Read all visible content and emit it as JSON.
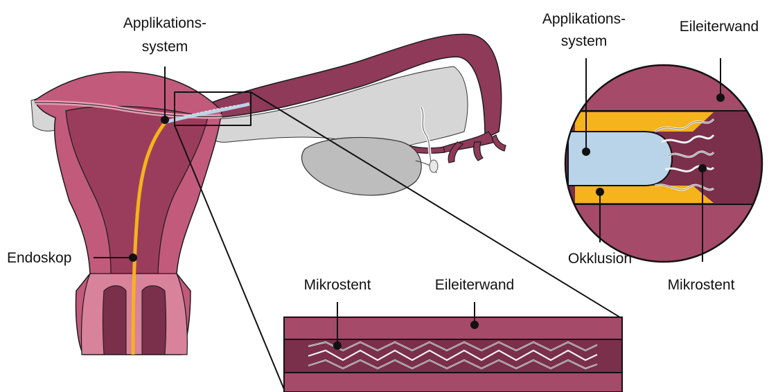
{
  "labels": {
    "applikationssystem_main_line1": "Applikations-",
    "applikationssystem_main_line2": "system",
    "endoskop": "Endoskop",
    "mikrostent_bottom": "Mikrostent",
    "eileiterwand_bottom": "Eileiterwand",
    "applikationssystem_inset_line1": "Applikations-",
    "applikationssystem_inset_line2": "system",
    "eileiterwand_inset": "Eileiterwand",
    "okklusion": "Okklusion",
    "mikrostent_inset": "Mikrostent"
  },
  "colors": {
    "tissue_dark": "#7a2f4a",
    "tissue_mid": "#a54a68",
    "tissue_light": "#d9829b",
    "ovary_gray": "#c8c8c8",
    "endoscope_yellow": "#f5b31c",
    "applicator_blue": "#b9d3e8",
    "outline": "#1a1a1a"
  }
}
